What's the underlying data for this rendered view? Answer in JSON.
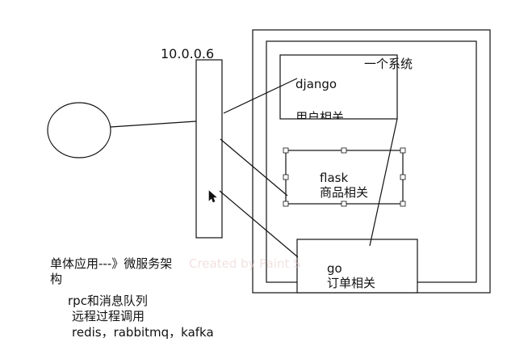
{
  "ip_label": "10.0.0.6",
  "system_label": "一个系统",
  "services": [
    {
      "name": "django",
      "desc": "用户相关"
    },
    {
      "name": "flask",
      "desc": "商品相关"
    },
    {
      "name": "go",
      "desc": "订单相关"
    }
  ],
  "notes": {
    "arch": "单体应用---》微服务架构",
    "rpc": "rpc和消息队列",
    "remote_call": "远程过程调用",
    "mq_list": "redis，rabbitmq，kafka"
  },
  "watermark": "Created by Paint S",
  "colors": {
    "ink": "#111111",
    "background": "#ffffff",
    "watermark": "#e8c9c9"
  }
}
